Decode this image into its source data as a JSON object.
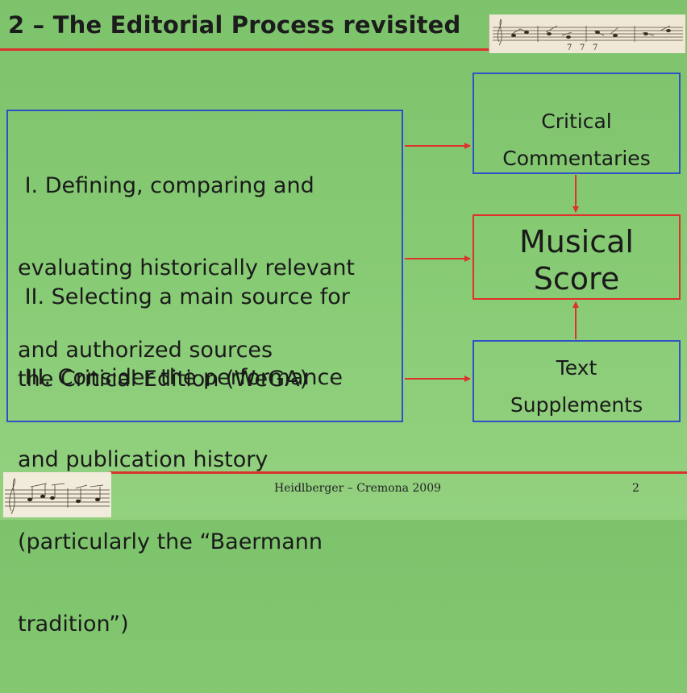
{
  "slide": {
    "title": "2 – The Editorial Process revisited",
    "steps": [
      {
        "lines": [
          " I. Defining, comparing and",
          "evaluating historically relevant",
          "and authorized sources"
        ]
      },
      {
        "lines": [
          " II. Selecting a main source for",
          "the Critical Edition (WeGA)"
        ]
      },
      {
        "lines": [
          " III. Consider the performance",
          "and publication history",
          "(particularly the “Baermann",
          "tradition”)"
        ]
      }
    ],
    "outputs": {
      "critical": {
        "line1": "Critical",
        "line2": "Commentaries"
      },
      "score": {
        "line1": "Musical",
        "line2": "Score"
      },
      "supplements": {
        "line1": "Text",
        "line2": "Supplements"
      }
    }
  },
  "footer": {
    "center": "Heidlberger – Cremona 2009",
    "page": "2"
  },
  "images": {
    "header": "music-notation-header-image",
    "footer": "music-notation-footer-image"
  },
  "colors": {
    "background": "#86ca73",
    "box_blue": "#3050c8",
    "accent_red": "#e0302a",
    "text": "#1a1a1a"
  }
}
